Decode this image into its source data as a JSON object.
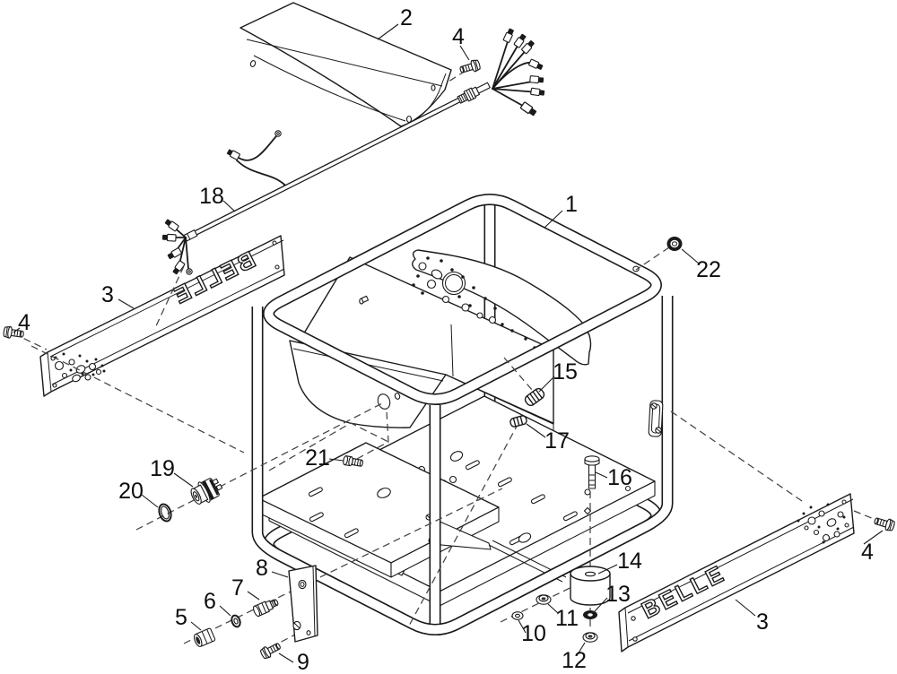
{
  "colors": {
    "background": "#ffffff",
    "line": "#1a1a1a",
    "dash": "#444444"
  },
  "brand": {
    "left_panel_text": "BELLE",
    "right_panel_text": "BELLE"
  },
  "callouts": {
    "c1": "1",
    "c2": "2",
    "c3_left": "3",
    "c3_right": "3",
    "c4_top": "4",
    "c4_left": "4",
    "c4_right": "4",
    "c5": "5",
    "c6": "6",
    "c7": "7",
    "c8": "8",
    "c9": "9",
    "c10": "10",
    "c11": "11",
    "c12": "12",
    "c13": "13",
    "c14": "14",
    "c15": "15",
    "c16": "16",
    "c17": "17",
    "c18": "18",
    "c19": "19",
    "c20": "20",
    "c21": "21",
    "c22": "22"
  }
}
